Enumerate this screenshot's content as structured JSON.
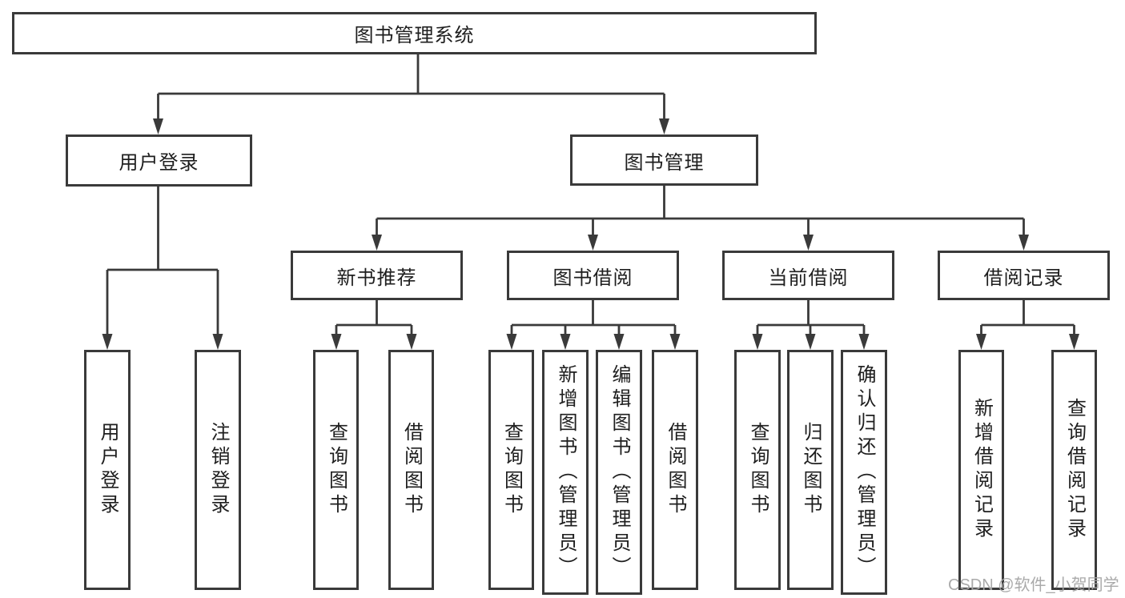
{
  "tree": {
    "label": "图书管理系统",
    "children": [
      {
        "label": "用户登录",
        "children": [
          {
            "label": "用户登录"
          },
          {
            "label": "注销登录"
          }
        ]
      },
      {
        "label": "图书管理",
        "children": [
          {
            "label": "新书推荐",
            "children": [
              {
                "label": "查询图书"
              },
              {
                "label": "借阅图书"
              }
            ]
          },
          {
            "label": "图书借阅",
            "children": [
              {
                "label": "查询图书"
              },
              {
                "label": "新增图书（管理员）"
              },
              {
                "label": "编辑图书（管理员）"
              },
              {
                "label": "借阅图书"
              }
            ]
          },
          {
            "label": "当前借阅",
            "children": [
              {
                "label": "查询图书"
              },
              {
                "label": "归还图书"
              },
              {
                "label": "确认归还（管理员）"
              }
            ]
          },
          {
            "label": "借阅记录",
            "children": [
              {
                "label": "新增借阅记录"
              },
              {
                "label": "查询借阅记录"
              }
            ]
          }
        ]
      }
    ]
  },
  "watermark": {
    "text": "CSDN @软件_小贺同学"
  },
  "colors": {
    "line": "#3a3a3a",
    "text": "#1e1e1e",
    "watermark": "#a5a5a5",
    "background": "#ffffff"
  }
}
